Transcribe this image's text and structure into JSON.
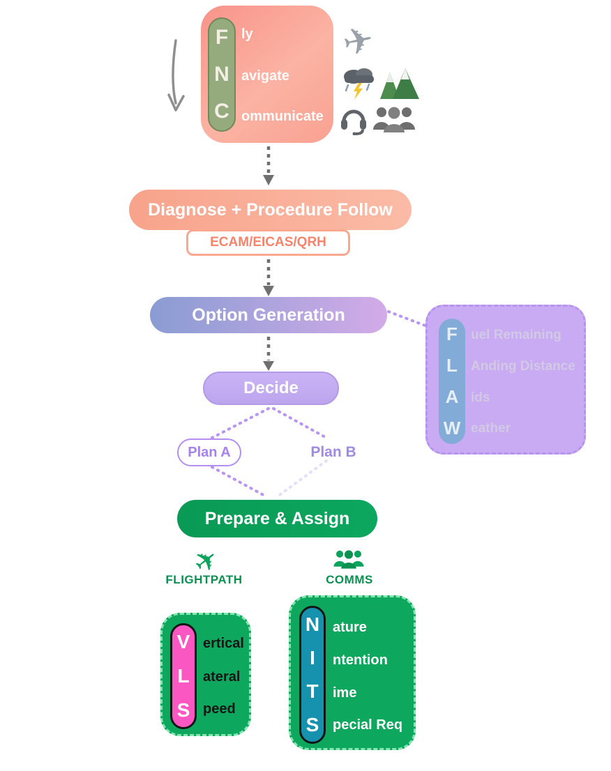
{
  "colors": {
    "salmon": "#f9a58c",
    "olive_pill": "#95aa7d",
    "blue_purple_left": "#8a9cd3",
    "blue_purple_right": "#d2abe8",
    "light_purple": "#c9abf3",
    "flaw_pill_blue": "#82abd7",
    "green": "#0ca35c",
    "pink_pill": "#fa57c3",
    "teal_pill": "#1792ae",
    "arrow_gray": "#6f6f6f",
    "dotted_purple": "#b795f0"
  },
  "top": {
    "fnc": {
      "letters": [
        "F",
        "N",
        "C"
      ],
      "words": [
        "ly",
        "avigate",
        "ommunicate"
      ]
    },
    "icons": [
      "airplane-icon",
      "storm-cloud-icon",
      "mountains-icon",
      "headset-icon",
      "people-icon"
    ]
  },
  "flow": {
    "diagnose_label": "Diagnose + Procedure Follow",
    "procedure_ref": "ECAM/EICAS/QRH",
    "option_generation_label": "Option Generation",
    "decide_label": "Decide",
    "plan_a_label": "Plan A",
    "plan_b_label": "Plan B",
    "prepare_assign_label": "Prepare & Assign"
  },
  "flaw": {
    "letters": [
      "F",
      "L",
      "A",
      "W"
    ],
    "words": [
      "uel Remaining",
      "Anding Distance",
      "ids",
      "eather"
    ]
  },
  "branches": {
    "flightpath_label": "FLIGHTPATH",
    "comms_label": "COMMS"
  },
  "vls": {
    "letters": [
      "V",
      "L",
      "S"
    ],
    "words": [
      "ertical",
      "ateral",
      "peed"
    ]
  },
  "nits": {
    "letters": [
      "N",
      "I",
      "T",
      "S"
    ],
    "words": [
      "ature",
      "ntention",
      "ime",
      "pecial Req"
    ]
  }
}
